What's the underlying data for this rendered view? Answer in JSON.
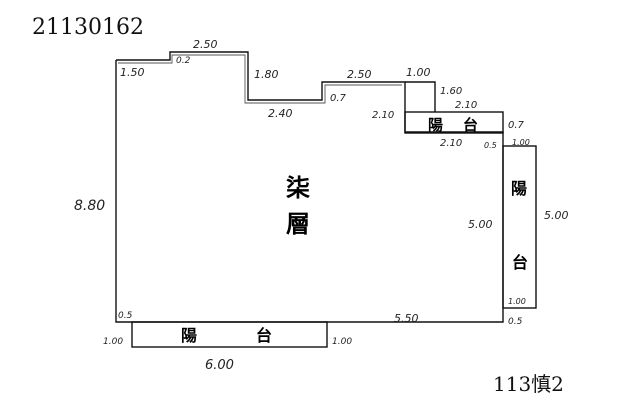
{
  "doc_id": "21130162",
  "lot_number": "113慎2",
  "main_room": {
    "line1": "柒",
    "line2": "層"
  },
  "balconies": [
    {
      "char1": "陽",
      "char2": "台"
    },
    {
      "char1": "陽",
      "char2": "台"
    },
    {
      "char1": "陽",
      "char2": "台"
    }
  ],
  "dimensions": {
    "d_left_height": "8.80",
    "d_top_left": "1.50",
    "d_top_step_small": "0.2",
    "d_top_step_width": "2.50",
    "d_notch_drop": "1.80",
    "d_notch_bottom": "2.40",
    "d_notch_rise": "0.7",
    "d_top_mid_width": "2.50",
    "d_top_right_seg": "1.00",
    "d_small_step": "1.60",
    "d_balcony_top_width": "2.10",
    "d_balcony_left_height": "2.10",
    "d_balcony_side": "0.7",
    "d_balcony_bottom_width": "2.10",
    "d_corner_small": "0.5",
    "d_right_balcony_top": "1.00",
    "d_right_inner_height": "5.00",
    "d_right_outer_height": "5.00",
    "d_right_balcony_bottom": "1.00",
    "d_corner_bottom_right": "0.5",
    "d_bottom_wall": "5.50",
    "d_corner_bottom_left": "0.5",
    "d_bottom_balcony_left": "1.00",
    "d_bottom_balcony_right": "1.00",
    "d_bottom_balcony_width": "6.00"
  }
}
